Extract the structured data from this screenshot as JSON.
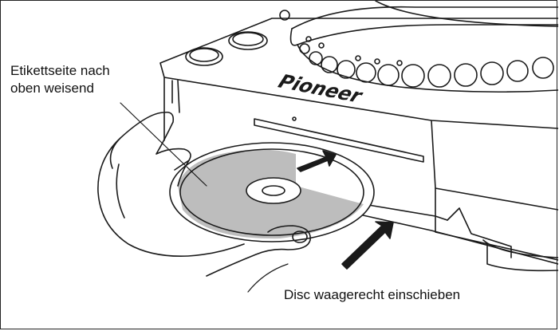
{
  "figure": {
    "brand_text": "Pioneer",
    "callouts": {
      "label_side": [
        "Etikettseite nach",
        "oben weisend"
      ],
      "insert": "Disc waagerecht einschieben"
    },
    "colors": {
      "line": "#1a1a1a",
      "disc_shade": "#bdbdbd",
      "background": "#ffffff"
    }
  }
}
